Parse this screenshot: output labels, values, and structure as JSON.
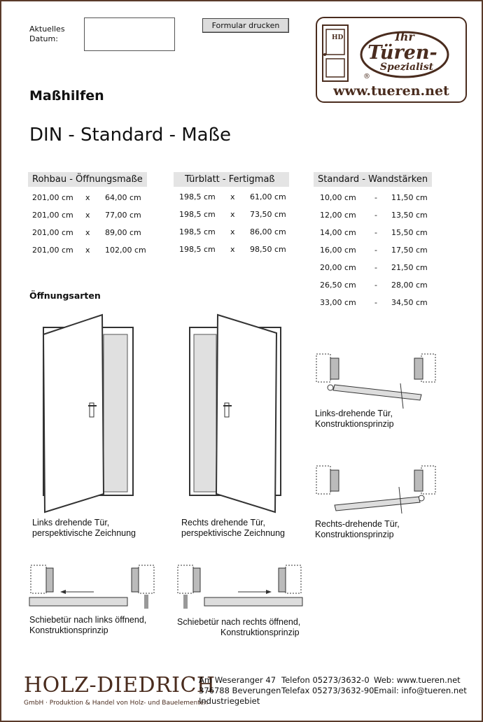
{
  "header": {
    "date_label_line1": "Aktuelles",
    "date_label_line2": "Datum:",
    "print_button": "Formular drucken"
  },
  "logo": {
    "badge_letters": "HD",
    "line1": "Ihr",
    "line2": "Türen-",
    "line3": "Spezialist",
    "registered": "®",
    "url": "www.tueren.net"
  },
  "titles": {
    "main": "Maßhilfen",
    "sub": "DIN - Standard - Maße"
  },
  "tables": {
    "rohbau": {
      "header": "Rohbau - Öffnungsmaße",
      "rows": [
        [
          "201,00 cm",
          "x",
          "64,00 cm"
        ],
        [
          "201,00 cm",
          "x",
          "77,00 cm"
        ],
        [
          "201,00 cm",
          "x",
          "89,00 cm"
        ],
        [
          "201,00 cm",
          "x",
          "102,00 cm"
        ]
      ]
    },
    "tuerblatt": {
      "header": "Türblatt - Fertigmaß",
      "rows": [
        [
          "198,5 cm",
          "x",
          "61,00 cm"
        ],
        [
          "198,5 cm",
          "x",
          "73,50 cm"
        ],
        [
          "198,5 cm",
          "x",
          "86,00 cm"
        ],
        [
          "198,5 cm",
          "x",
          "98,50 cm"
        ]
      ]
    },
    "wand": {
      "header": "Standard - Wandstärken",
      "rows": [
        [
          "10,00 cm",
          "-",
          "11,50 cm"
        ],
        [
          "12,00 cm",
          "-",
          "13,50 cm"
        ],
        [
          "14,00 cm",
          "-",
          "15,50 cm"
        ],
        [
          "16,00 cm",
          "-",
          "17,50 cm"
        ],
        [
          "20,00 cm",
          "-",
          "21,50 cm"
        ],
        [
          "26,50 cm",
          "-",
          "28,00 cm"
        ],
        [
          "33,00 cm",
          "-",
          "34,50 cm"
        ]
      ]
    }
  },
  "section_title": "Öffnungsarten",
  "captions": {
    "left_door_1": "Links drehende Tür,",
    "left_door_2": "perspektivische Zeichnung",
    "right_door_1": "Rechts drehende Tür,",
    "right_door_2": "perspektivische Zeichnung",
    "links_principle_1": "Links-drehende Tür,",
    "links_principle_2": "Konstruktionsprinzip",
    "rechts_principle_1": "Rechts-drehende Tür,",
    "rechts_principle_2": "Konstruktionsprinzip",
    "slide_left_1": "Schiebetür nach links öffnend,",
    "slide_left_2": "Konstruktionsprinzip",
    "slide_right_1": "Schiebetür nach rechts öffnend,",
    "slide_right_2": "Konstruktionsprinzip"
  },
  "footer": {
    "brand": "HOLZ-DIEDRICH",
    "subtitle": "GmbH · Produktion & Handel von Holz- und Bauelementen",
    "address1": "Am Weseranger 47",
    "address2": "376788 Beverungen",
    "address3": "Industriegebiet",
    "phone": "Telefon 05273/3632-0",
    "fax": "Telefax  05273/3632-90",
    "web": "Web: www.tueren.net",
    "email": "Email: info@tueren.net"
  },
  "colors": {
    "brand_brown": "#4a2c1e",
    "table_header_bg": "#e4e4e4",
    "button_bg": "#dcdcdc"
  }
}
